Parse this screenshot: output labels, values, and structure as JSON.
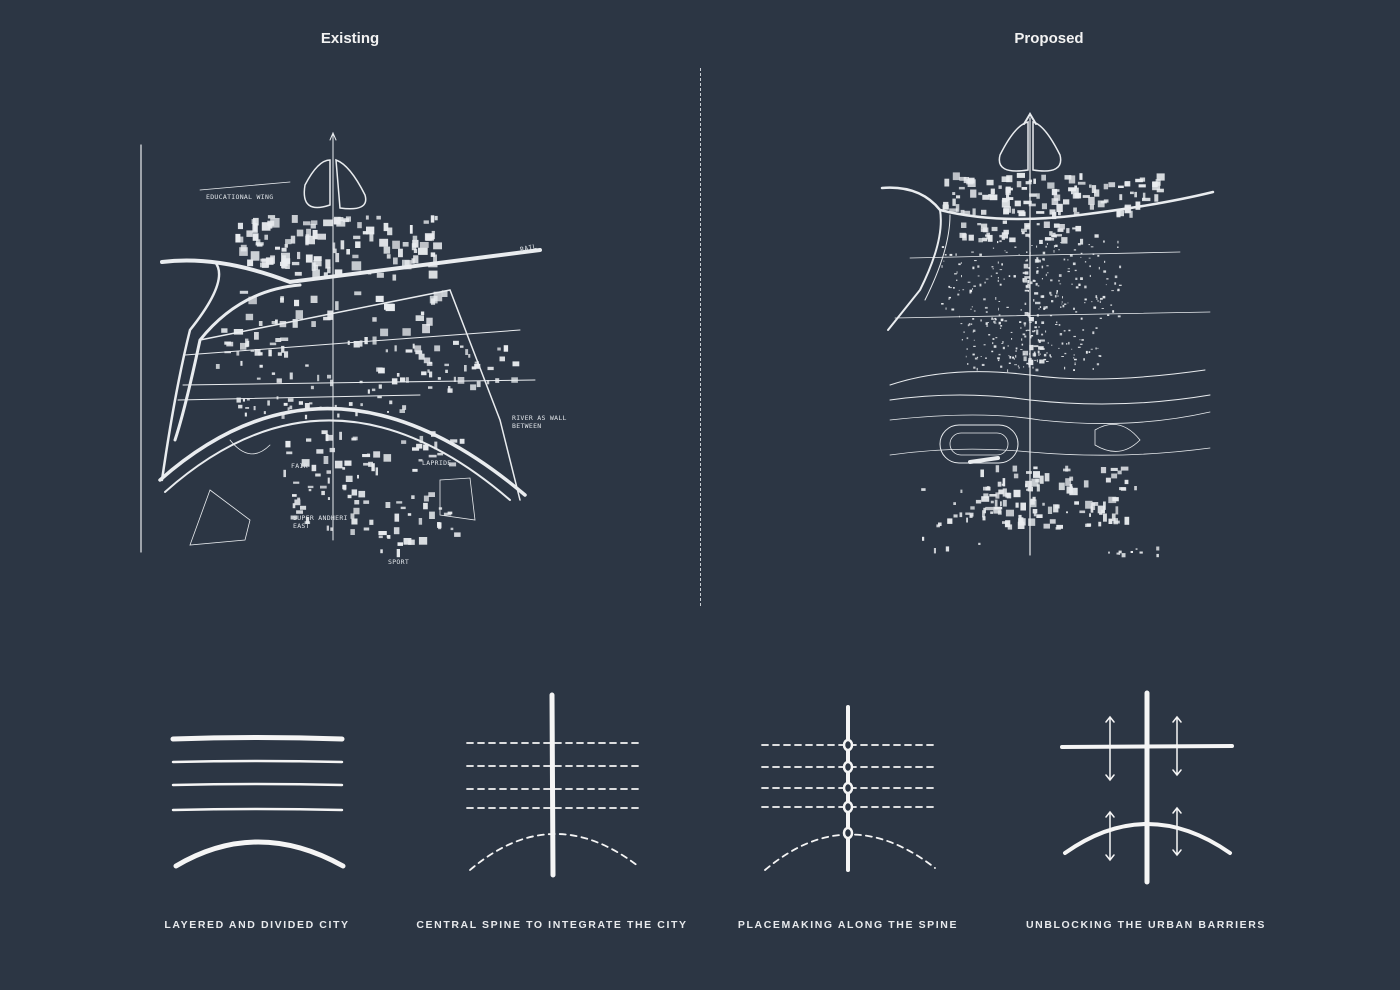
{
  "panels": {
    "existing": {
      "title": "Existing"
    },
    "proposed": {
      "title": "Proposed"
    }
  },
  "sketch_annotations": [
    "EDUCATIONAL WING",
    "RAIL",
    "RIVER AS WALL BETWEEN",
    "SUPER ANDHERI EAST",
    "SPORT",
    "FAIR",
    "LAPRIDE"
  ],
  "concepts": [
    {
      "caption": "LAYERED AND DIVIDED CITY"
    },
    {
      "caption": "CENTRAL SPINE TO INTEGRATE THE CITY"
    },
    {
      "caption": "PLACEMAKING ALONG THE SPINE"
    },
    {
      "caption": "UNBLOCKING THE URBAN BARRIERS"
    }
  ],
  "colors": {
    "background": "#2c3644",
    "ink": "#f2f2f2"
  }
}
